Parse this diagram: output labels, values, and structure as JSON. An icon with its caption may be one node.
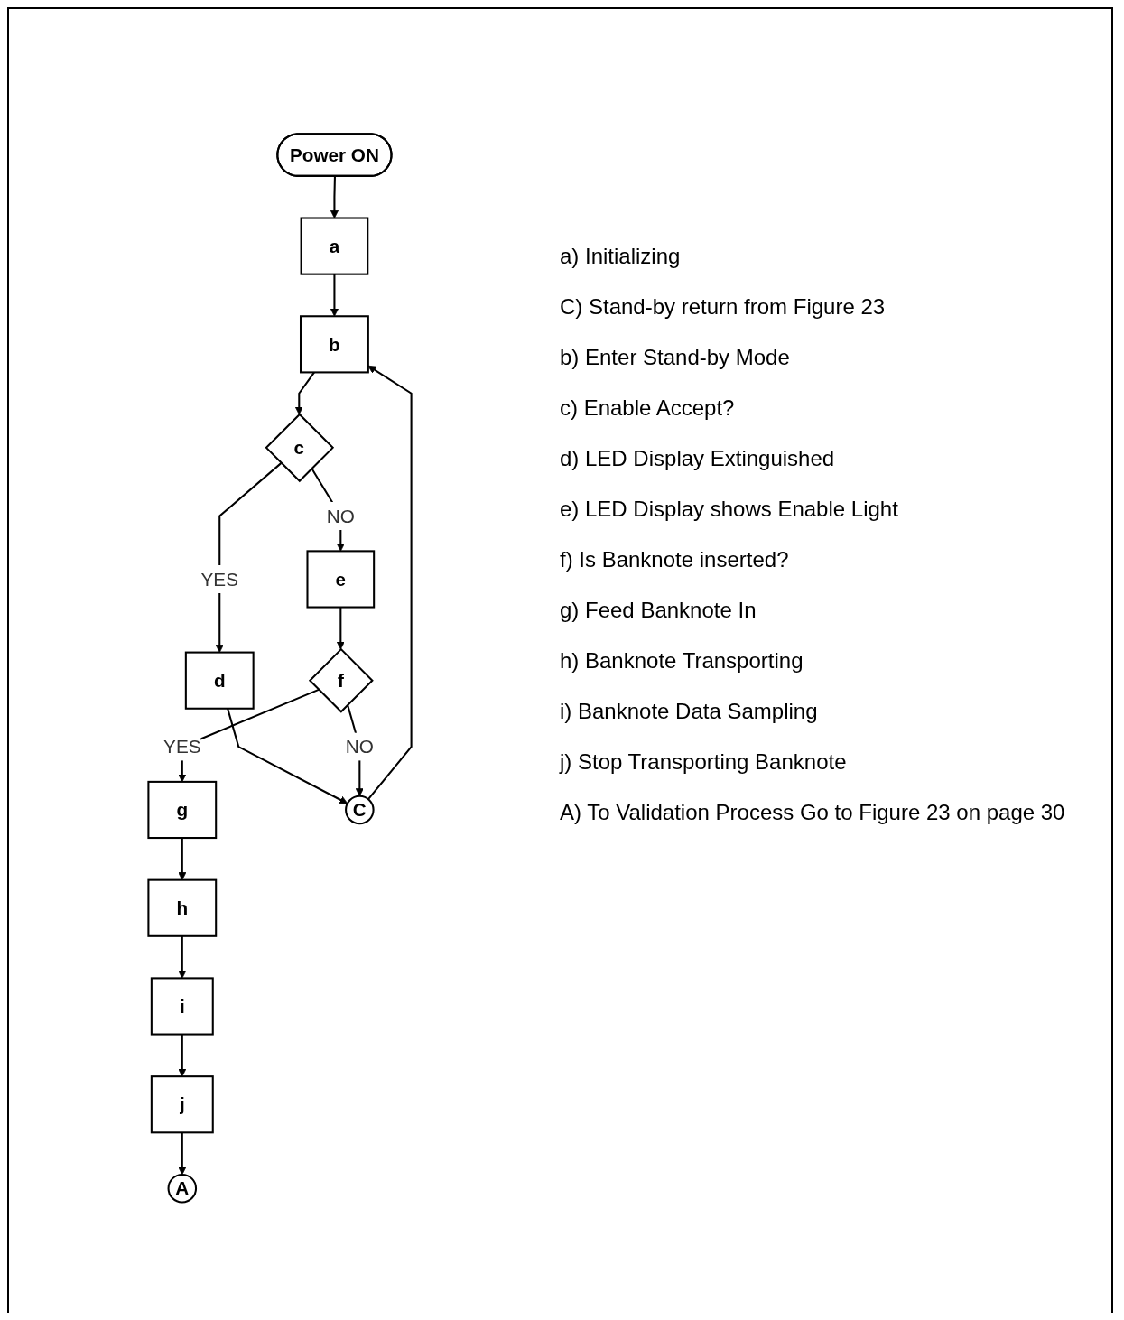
{
  "diagram": {
    "nodes": [
      {
        "text": [
          "Power ON"
        ]
      },
      {
        "text": [
          "a"
        ]
      },
      {
        "text": [
          "b"
        ]
      },
      {
        "text": [
          "c"
        ]
      },
      {
        "text": [
          "d"
        ]
      },
      {
        "text": [
          "e"
        ]
      },
      {
        "text": [
          "f"
        ]
      },
      {
        "text": [
          "g"
        ]
      },
      {
        "text": [
          "h"
        ]
      },
      {
        "text": [
          "i"
        ]
      },
      {
        "text": [
          "j"
        ]
      },
      {
        "text": [
          "A"
        ]
      },
      {
        "text": [
          "C"
        ]
      }
    ],
    "edges": [
      {
        "from": 0,
        "to": 1,
        "arrow": "to"
      },
      {
        "from": 1,
        "to": 2,
        "arrow": "to"
      },
      {
        "from": 12,
        "to": 2,
        "arrow": "to"
      },
      {
        "from": 2,
        "to": 3,
        "arrow": "to"
      },
      {
        "from": 3,
        "to": 4,
        "label": "YES",
        "arrow": "to"
      },
      {
        "from": 4,
        "to": 12,
        "arrow": "to"
      },
      {
        "from": 3,
        "to": 5,
        "label": "NO",
        "arrow": "to"
      },
      {
        "from": 5,
        "to": 6,
        "arrow": "to"
      },
      {
        "from": 6,
        "to": 12,
        "label": "NO",
        "arrow": "to"
      },
      {
        "from": 6,
        "to": 7,
        "label": "YES",
        "arrow": "to"
      },
      {
        "from": 7,
        "to": 8,
        "arrow": "to"
      },
      {
        "from": 8,
        "to": 9,
        "arrow": "to"
      },
      {
        "from": 9,
        "to": 10,
        "arrow": "to"
      },
      {
        "from": 10,
        "to": 11,
        "arrow": "to"
      }
    ],
    "labels": [
      "a) Initializing",
      "C) Stand-by return from Figure 23",
      "b) Enter Stand-by Mode",
      "c) Enable Accept?",
      "d) LED Display Extinguished",
      "e) LED Display shows Enable Light",
      "f) Is Banknote inserted?",
      "g) Feed Banknote In",
      "h) Banknote Transporting",
      "i) Banknote Data Sampling",
      "j) Stop Transporting Banknote",
      "A) To Validation Process Go to Figure 23 on page 30"
    ]
  }
}
